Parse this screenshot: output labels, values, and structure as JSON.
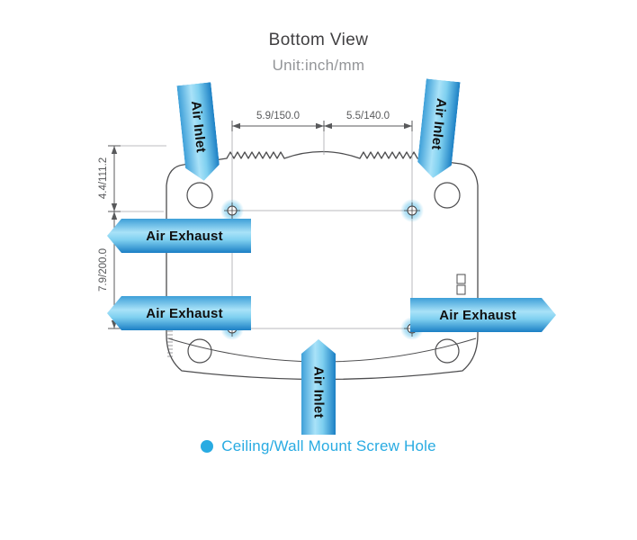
{
  "title": "Bottom View",
  "subtitle": "Unit:inch/mm",
  "arrows": {
    "inlet_top_left": "Air Inlet",
    "inlet_top_right": "Air Inlet",
    "inlet_bottom": "Air Inlet",
    "exhaust_left_upper": "Air Exhaust",
    "exhaust_left_lower": "Air Exhaust",
    "exhaust_right": "Air Exhaust"
  },
  "dimensions": {
    "horizontal_left": "5.9/150.0",
    "horizontal_right": "5.5/140.0",
    "vertical_upper": "4.4/111.2",
    "vertical_lower": "7.9/200.0"
  },
  "legend": {
    "label": "Ceiling/Wall Mount Screw Hole"
  },
  "colors": {
    "accent": "#29abe2",
    "arrow_light": "#a9e2f8",
    "arrow_dark": "#1b7fc4",
    "outline": "#4d4d4f",
    "dim_text": "#58595b"
  }
}
